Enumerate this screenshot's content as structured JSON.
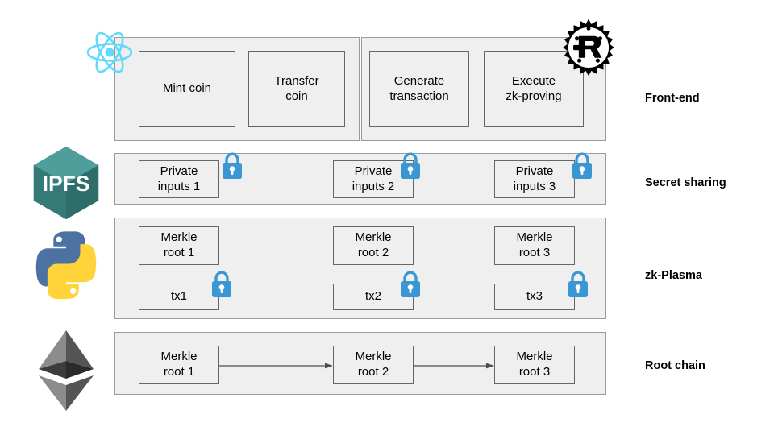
{
  "diagram": {
    "title": "zk-Plasma layered architecture",
    "background": "#ffffff",
    "panel_fill": "#EFEFEF",
    "panel_stroke": "#9a9a9a",
    "node_stroke": "#666666",
    "lock_color": "#3b97d3",
    "arrow_color": "#4d4d4d"
  },
  "layers": [
    {
      "id": "front-end",
      "label": "Front-end",
      "logos": [
        "react-logo",
        "rust-logo"
      ],
      "groups": [
        {
          "id": "client-actions",
          "nodes": [
            {
              "id": "mint-coin",
              "label": "Mint coin"
            },
            {
              "id": "transfer-coin",
              "label": "Transfer\ncoin"
            }
          ]
        },
        {
          "id": "proving-actions",
          "nodes": [
            {
              "id": "generate-transaction",
              "label": "Generate\ntransaction"
            },
            {
              "id": "execute-zk-proving",
              "label": "Execute\nzk-proving"
            }
          ]
        }
      ]
    },
    {
      "id": "secret-sharing",
      "label": "Secret sharing",
      "logos": [
        "ipfs-logo"
      ],
      "nodes": [
        {
          "id": "private-inputs-1",
          "label": "Private\ninputs 1",
          "locked": true
        },
        {
          "id": "private-inputs-2",
          "label": "Private\ninputs 2",
          "locked": true
        },
        {
          "id": "private-inputs-3",
          "label": "Private\ninputs 3",
          "locked": true
        }
      ]
    },
    {
      "id": "zk-plasma",
      "label": "zk-Plasma",
      "logos": [
        "python-logo"
      ],
      "nodes": [
        {
          "id": "plasma-merkle-root-1",
          "label": "Merkle\nroot 1"
        },
        {
          "id": "plasma-merkle-root-2",
          "label": "Merkle\nroot 2"
        },
        {
          "id": "plasma-merkle-root-3",
          "label": "Merkle\nroot 3"
        },
        {
          "id": "tx1",
          "label": "tx1",
          "locked": true
        },
        {
          "id": "tx2",
          "label": "tx2",
          "locked": true
        },
        {
          "id": "tx3",
          "label": "tx3",
          "locked": true
        }
      ]
    },
    {
      "id": "root-chain",
      "label": "Root chain",
      "logos": [
        "ethereum-logo"
      ],
      "nodes": [
        {
          "id": "root-merkle-root-1",
          "label": "Merkle\nroot 1"
        },
        {
          "id": "root-merkle-root-2",
          "label": "Merkle\nroot 2"
        },
        {
          "id": "root-merkle-root-3",
          "label": "Merkle\nroot 3"
        }
      ],
      "arrows": [
        {
          "from": "root-merkle-root-1",
          "to": "root-merkle-root-2"
        },
        {
          "from": "root-merkle-root-2",
          "to": "root-merkle-root-3"
        }
      ]
    }
  ],
  "logos": {
    "react": {
      "name": "react-logo",
      "color": "#61DAFB"
    },
    "rust": {
      "name": "rust-logo",
      "color": "#000000"
    },
    "ipfs": {
      "name": "ipfs-logo",
      "color": "#3E8F8C"
    },
    "python": {
      "name": "python-logo",
      "color_top": "#4B72A0",
      "color_bottom": "#FFD43B"
    },
    "ethereum": {
      "name": "ethereum-logo",
      "color": "#3C3C3B"
    }
  }
}
